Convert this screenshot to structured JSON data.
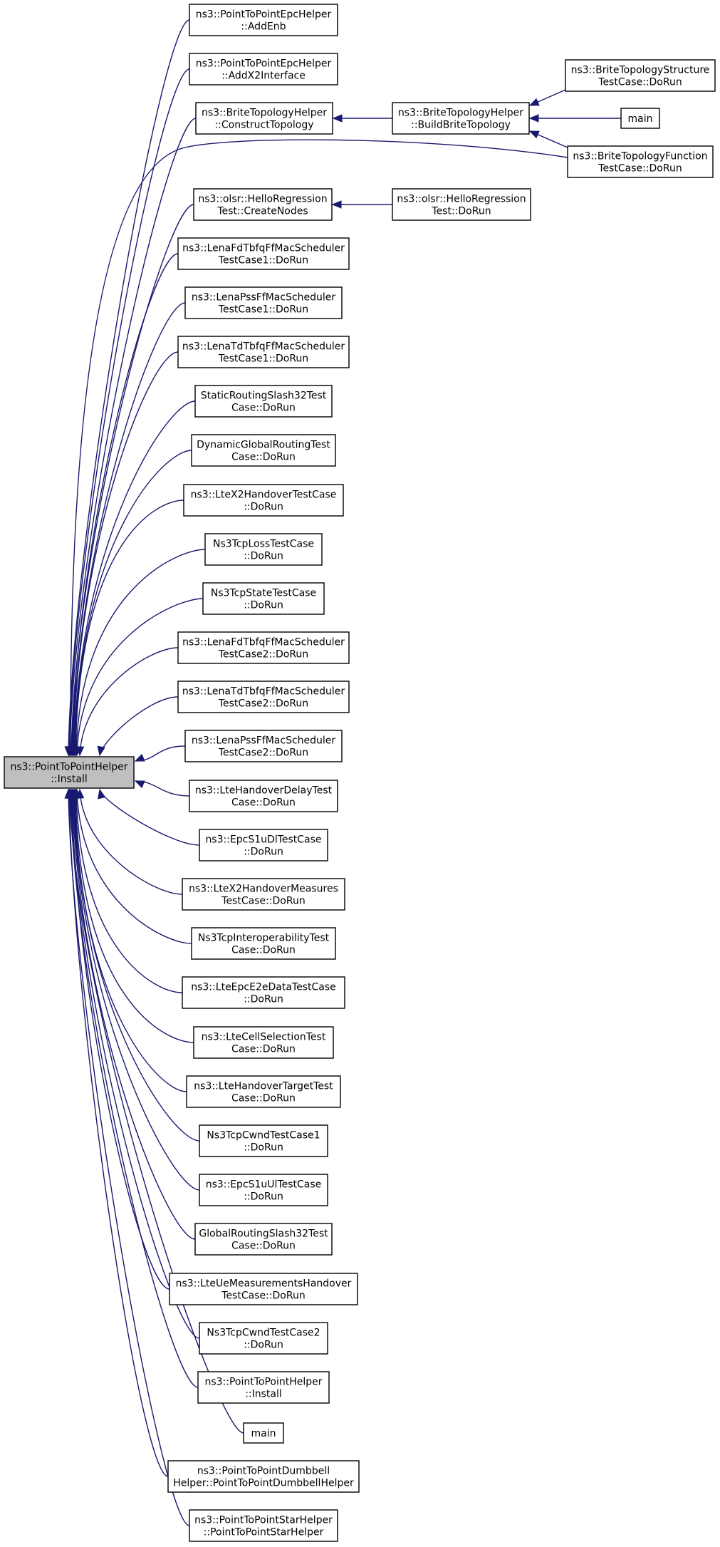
{
  "diagram": {
    "colors": {
      "edge": "#191970",
      "node_border": "#000000",
      "focus_fill": "#bfbfbf",
      "node_fill": "#ffffff"
    },
    "focus": "install_main",
    "nodes": [
      {
        "id": "install_main",
        "lines": [
          "ns3::PointToPointHelper",
          "::Install"
        ],
        "focus": true
      },
      {
        "id": "addenb",
        "lines": [
          "ns3::PointToPointEpcHelper",
          "::AddEnb"
        ]
      },
      {
        "id": "addx2",
        "lines": [
          "ns3::PointToPointEpcHelper",
          "::AddX2Interface"
        ]
      },
      {
        "id": "construct",
        "lines": [
          "ns3::BriteTopologyHelper",
          "::ConstructTopology"
        ]
      },
      {
        "id": "buildbrite",
        "lines": [
          "ns3::BriteTopologyHelper",
          "::BuildBriteTopology"
        ]
      },
      {
        "id": "britestruct",
        "lines": [
          "ns3::BriteTopologyStructure",
          "TestCase::DoRun"
        ]
      },
      {
        "id": "main1",
        "lines": [
          "main"
        ]
      },
      {
        "id": "britefunc",
        "lines": [
          "ns3::BriteTopologyFunction",
          "TestCase::DoRun"
        ]
      },
      {
        "id": "olsrcreate",
        "lines": [
          "ns3::olsr::HelloRegression",
          "Test::CreateNodes"
        ]
      },
      {
        "id": "olsrrun",
        "lines": [
          "ns3::olsr::HelloRegression",
          "Test::DoRun"
        ]
      },
      {
        "id": "fdtbfq1",
        "lines": [
          "ns3::LenaFdTbfqFfMacScheduler",
          "TestCase1::DoRun"
        ]
      },
      {
        "id": "pss1",
        "lines": [
          "ns3::LenaPssFfMacScheduler",
          "TestCase1::DoRun"
        ]
      },
      {
        "id": "tdtbfq1",
        "lines": [
          "ns3::LenaTdTbfqFfMacScheduler",
          "TestCase1::DoRun"
        ]
      },
      {
        "id": "static32",
        "lines": [
          "StaticRoutingSlash32Test",
          "Case::DoRun"
        ]
      },
      {
        "id": "dynglobal",
        "lines": [
          "DynamicGlobalRoutingTest",
          "Case::DoRun"
        ]
      },
      {
        "id": "ltex2",
        "lines": [
          "ns3::LteX2HandoverTestCase",
          "::DoRun"
        ]
      },
      {
        "id": "tcploss",
        "lines": [
          "Ns3TcpLossTestCase",
          "::DoRun"
        ]
      },
      {
        "id": "tcpstate",
        "lines": [
          "Ns3TcpStateTestCase",
          "::DoRun"
        ]
      },
      {
        "id": "fdtbfq2",
        "lines": [
          "ns3::LenaFdTbfqFfMacScheduler",
          "TestCase2::DoRun"
        ]
      },
      {
        "id": "tdtbfq2",
        "lines": [
          "ns3::LenaTdTbfqFfMacScheduler",
          "TestCase2::DoRun"
        ]
      },
      {
        "id": "pss2",
        "lines": [
          "ns3::LenaPssFfMacScheduler",
          "TestCase2::DoRun"
        ]
      },
      {
        "id": "hodelay",
        "lines": [
          "ns3::LteHandoverDelayTest",
          "Case::DoRun"
        ]
      },
      {
        "id": "epcdl",
        "lines": [
          "ns3::EpcS1uDlTestCase",
          "::DoRun"
        ]
      },
      {
        "id": "x2meas",
        "lines": [
          "ns3::LteX2HandoverMeasures",
          "TestCase::DoRun"
        ]
      },
      {
        "id": "tcpinterop",
        "lines": [
          "Ns3TcpInteroperabilityTest",
          "Case::DoRun"
        ]
      },
      {
        "id": "epce2e",
        "lines": [
          "ns3::LteEpcE2eDataTestCase",
          "::DoRun"
        ]
      },
      {
        "id": "cellsel",
        "lines": [
          "ns3::LteCellSelectionTest",
          "Case::DoRun"
        ]
      },
      {
        "id": "hotarget",
        "lines": [
          "ns3::LteHandoverTargetTest",
          "Case::DoRun"
        ]
      },
      {
        "id": "cwnd1",
        "lines": [
          "Ns3TcpCwndTestCase1",
          "::DoRun"
        ]
      },
      {
        "id": "epcul",
        "lines": [
          "ns3::EpcS1uUlTestCase",
          "::DoRun"
        ]
      },
      {
        "id": "global32",
        "lines": [
          "GlobalRoutingSlash32Test",
          "Case::DoRun"
        ]
      },
      {
        "id": "uemeas",
        "lines": [
          "ns3::LteUeMeasurementsHandover",
          "TestCase::DoRun"
        ]
      },
      {
        "id": "cwnd2",
        "lines": [
          "Ns3TcpCwndTestCase2",
          "::DoRun"
        ]
      },
      {
        "id": "install2",
        "lines": [
          "ns3::PointToPointHelper",
          "::Install"
        ]
      },
      {
        "id": "main2",
        "lines": [
          "main"
        ]
      },
      {
        "id": "dumbbell",
        "lines": [
          "ns3::PointToPointDumbbell",
          "Helper::PointToPointDumbbellHelper"
        ]
      },
      {
        "id": "star",
        "lines": [
          "ns3::PointToPointStarHelper",
          "::PointToPointStarHelper"
        ]
      }
    ],
    "edges": [
      {
        "from": "addenb",
        "to": "install_main"
      },
      {
        "from": "addx2",
        "to": "install_main"
      },
      {
        "from": "construct",
        "to": "install_main"
      },
      {
        "from": "britefunc",
        "to": "install_main"
      },
      {
        "from": "olsrcreate",
        "to": "install_main"
      },
      {
        "from": "fdtbfq1",
        "to": "install_main"
      },
      {
        "from": "pss1",
        "to": "install_main"
      },
      {
        "from": "tdtbfq1",
        "to": "install_main"
      },
      {
        "from": "static32",
        "to": "install_main"
      },
      {
        "from": "dynglobal",
        "to": "install_main"
      },
      {
        "from": "ltex2",
        "to": "install_main"
      },
      {
        "from": "tcploss",
        "to": "install_main"
      },
      {
        "from": "tcpstate",
        "to": "install_main"
      },
      {
        "from": "fdtbfq2",
        "to": "install_main"
      },
      {
        "from": "tdtbfq2",
        "to": "install_main"
      },
      {
        "from": "pss2",
        "to": "install_main"
      },
      {
        "from": "hodelay",
        "to": "install_main"
      },
      {
        "from": "epcdl",
        "to": "install_main"
      },
      {
        "from": "x2meas",
        "to": "install_main"
      },
      {
        "from": "tcpinterop",
        "to": "install_main"
      },
      {
        "from": "epce2e",
        "to": "install_main"
      },
      {
        "from": "cellsel",
        "to": "install_main"
      },
      {
        "from": "hotarget",
        "to": "install_main"
      },
      {
        "from": "cwnd1",
        "to": "install_main"
      },
      {
        "from": "epcul",
        "to": "install_main"
      },
      {
        "from": "global32",
        "to": "install_main"
      },
      {
        "from": "uemeas",
        "to": "install_main"
      },
      {
        "from": "cwnd2",
        "to": "install_main"
      },
      {
        "from": "install2",
        "to": "install_main"
      },
      {
        "from": "main2",
        "to": "install_main"
      },
      {
        "from": "dumbbell",
        "to": "install_main"
      },
      {
        "from": "star",
        "to": "install_main"
      },
      {
        "from": "buildbrite",
        "to": "construct"
      },
      {
        "from": "britestruct",
        "to": "buildbrite"
      },
      {
        "from": "main1",
        "to": "buildbrite"
      },
      {
        "from": "britefunc",
        "to": "buildbrite"
      },
      {
        "from": "olsrrun",
        "to": "olsrcreate"
      }
    ]
  }
}
